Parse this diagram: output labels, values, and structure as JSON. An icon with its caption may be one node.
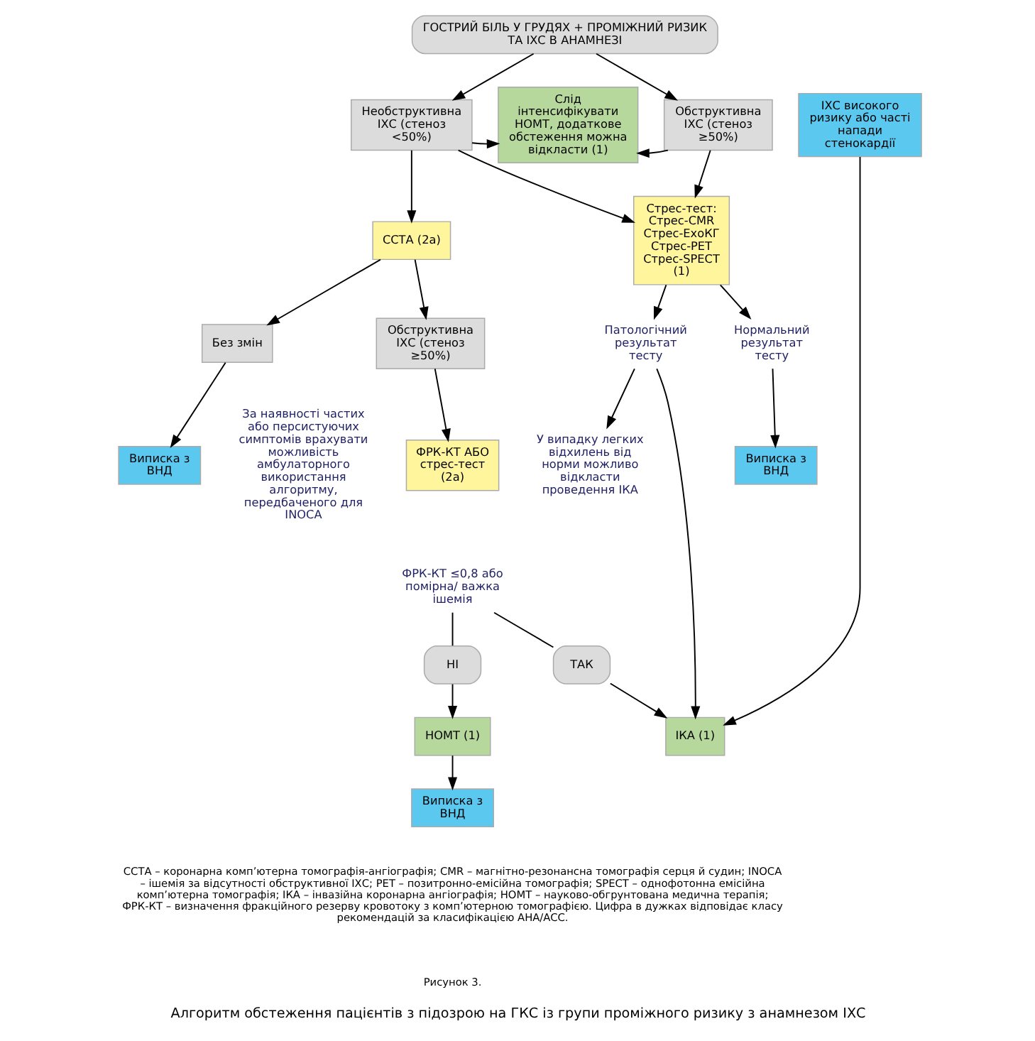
{
  "diagram": {
    "caption": "Алгоритм обстеження пацієнтів з підозрою на ГКС із групи проміжного ризику з анамнезом ІХС",
    "nodes": [
      {
        "text": [
          "ГОСТРИЙ БІЛЬ У ГРУДЯХ + ПРОМІЖНИЙ РИЗИК ТА ІХС В АНАМНЕЗІ"
        ]
      },
      {
        "text": [
          "Необструктивна ІХС (стеноз <50%)"
        ]
      },
      {
        "text": [
          "Слід інтенсифікувати НОМТ, додаткове обстеження можна відкласти (1)"
        ]
      },
      {
        "text": [
          "Обструктивна ІХС (стеноз ≥50%)"
        ]
      },
      {
        "text": [
          "ІХС високого ризику або часті напади стенокардії"
        ]
      },
      {
        "text": [
          "ССТА (2а)"
        ]
      },
      {
        "text": [
          "Стрес-тест: Стрес-CMR Стрес-ЕхоКГ Стрес-PET Стрес-SPECT (1)"
        ]
      },
      {
        "text": [
          "Без змін"
        ]
      },
      {
        "text": [
          "Обструктивна ІХС (стеноз ≥50%)"
        ]
      },
      {
        "text": [
          "Патологічний результат тесту"
        ]
      },
      {
        "text": [
          "Нормальний результат тесту"
        ]
      },
      {
        "text": [
          "Виписка з ВНД"
        ],
        "beside": [
          "За наявності частих або персистуючих симптомів врахувати можливість амбулаторного використання алгоритму, передбаченого для INOCA"
        ]
      },
      {
        "text": [
          "ФРК-КТ АБО стрес-тест (2а)"
        ]
      },
      {
        "text": [
          "ФРК-КТ ≤0,8 або помірна/ важка ішемія"
        ]
      },
      {
        "text": [
          "Виписка з ВНД"
        ]
      },
      {
        "text": [
          "У випадку легких відхилень від норми можливо відкласти проведення ІКА"
        ]
      },
      {
        "text": [
          "НІ"
        ]
      },
      {
        "text": [
          "ТАК"
        ]
      },
      {
        "text": [
          "НОМТ (1)"
        ]
      },
      {
        "text": [
          "ІКА (1)"
        ]
      },
      {
        "text": [
          "Виписка з ВНД"
        ]
      }
    ],
    "edges": [
      {
        "from": 0,
        "to": 1,
        "arrow": "to"
      },
      {
        "from": 0,
        "to": 3,
        "arrow": "to"
      },
      {
        "from": 1,
        "to": 2,
        "arrow": "to"
      },
      {
        "from": 3,
        "to": 2,
        "arrow": "to"
      },
      {
        "from": 1,
        "to": 5,
        "arrow": "to"
      },
      {
        "from": 1,
        "to": 6,
        "arrow": "to"
      },
      {
        "from": 3,
        "to": 6,
        "arrow": "to"
      },
      {
        "from": 4,
        "to": 19,
        "arrow": "to"
      },
      {
        "from": 5,
        "to": 7,
        "arrow": "to"
      },
      {
        "from": 5,
        "to": 8,
        "arrow": "to"
      },
      {
        "from": 6,
        "to": 9,
        "arrow": "to"
      },
      {
        "from": 6,
        "to": 10,
        "arrow": "to"
      },
      {
        "from": 7,
        "to": 11,
        "arrow": "to"
      },
      {
        "from": 8,
        "to": 12,
        "arrow": "to"
      },
      {
        "from": 9,
        "to": 15,
        "arrow": "to"
      },
      {
        "from": 9,
        "to": 19,
        "arrow": "to"
      },
      {
        "from": 10,
        "to": 14,
        "arrow": "to"
      },
      {
        "from": 13,
        "to": 16,
        "arrow": "none"
      },
      {
        "from": 13,
        "to": 17,
        "arrow": "none"
      },
      {
        "from": 16,
        "to": 18,
        "arrow": "to"
      },
      {
        "from": 17,
        "to": 19,
        "arrow": "to"
      },
      {
        "from": 18,
        "to": 20,
        "arrow": "to"
      }
    ],
    "labels": [
      "ССТА – коронарна комп’ютерна томографія-ангіографія; CMR – магнітно-резонансна томографія серця й судин; INOCA – ішемія за відсутності обструктивної ІХС; PET – позитронно-емісійна томографія; SPECT – однофотонна емісійна комп’ютерна томографія; ІКА – інвазійна коронарна ангіографія; НОМТ – науково-обгрунтована медична терапія; ФРК-КТ – визначення фракційного резерву кровотоку з комп’ютерною томографією. Цифра в дужках відповідає класу рекомендацій за класифікацією AHA/ACC.",
      "Рисунок 3."
    ]
  }
}
